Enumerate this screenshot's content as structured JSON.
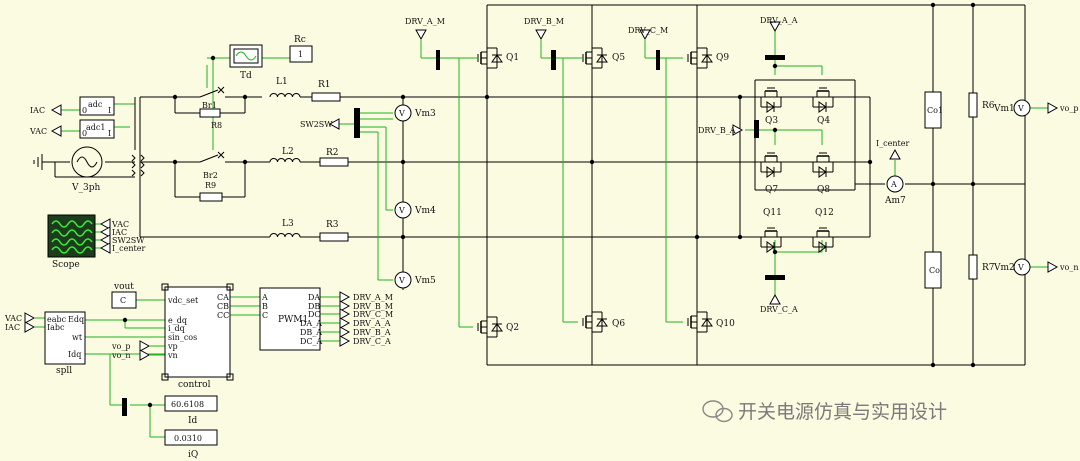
{
  "inductors": {
    "l1": "L1",
    "l2": "L2",
    "l3": "L3"
  },
  "resistors": {
    "r1": "R1",
    "r2": "R2",
    "r3": "R3",
    "r6": "R6",
    "r7": "R7",
    "r8": "R8",
    "r9": "R9",
    "rc": "Rc"
  },
  "rc_value": "1",
  "td_label": "Td",
  "breakers": {
    "br1": "Br1",
    "br2": "Br2"
  },
  "source_label": "V_3ph",
  "adc": {
    "adc": "adc",
    "adc1": "adc1",
    "iac": "IAC",
    "vac": "VAC"
  },
  "voltmeters": {
    "vm1": "Vm1",
    "vm2": "Vm2",
    "vm3": "Vm3",
    "vm4": "Vm4",
    "vm5": "Vm5"
  },
  "sw2sw": "SW2SW",
  "ammeter": {
    "label": "Am7",
    "node": "I_center",
    "sym": "A"
  },
  "caps": {
    "co1": "Co1",
    "co": "Co"
  },
  "outputs": {
    "vo_p": "vo_p",
    "vo_n": "vo_n"
  },
  "drivers": {
    "a_m": "DRV_A_M",
    "b_m": "DRV_B_M",
    "c_m": "DRV_C_M",
    "a_a": "DRV_A_A",
    "b_a": "DRV_B_A",
    "c_a": "DRV_C_A"
  },
  "switches": {
    "q1": "Q1",
    "q2": "Q2",
    "q3": "Q3",
    "q4": "Q4",
    "q5": "Q5",
    "q6": "Q6",
    "q7": "Q7",
    "q8": "Q8",
    "q9": "Q9",
    "q10": "Q10",
    "q11": "Q11",
    "q12": "Q12"
  },
  "scope": {
    "label": "Scope",
    "inputs": [
      "VAC",
      "IAC",
      "SW2SW",
      "I_center"
    ]
  },
  "vout": {
    "label": "vout",
    "value": "C"
  },
  "control": {
    "label": "control",
    "inputs": [
      "vdc_set",
      "e_dq",
      "i_dq",
      "sin_cos",
      "vp",
      "vn"
    ],
    "outputs": [
      "CA",
      "CB",
      "CC"
    ]
  },
  "spll": {
    "label": "spll",
    "in_vac": "VAC",
    "in_iac": "IAC",
    "ports_in": [
      "eabc",
      "Iabc"
    ],
    "ports_out": [
      "Edq",
      "wt",
      "Idq"
    ],
    "vo_p": "vo_p",
    "vo_n": "vo_n"
  },
  "pwm": {
    "label": "PWM1",
    "inputs": [
      "A",
      "B",
      "C"
    ],
    "outputs": [
      "DA",
      "DB",
      "DC",
      "DA_A",
      "DB_A",
      "DC_A"
    ],
    "signals": [
      "DRV_A_M",
      "DRV_B_M",
      "DRV_C_M",
      "DRV_A_A",
      "DRV_B_A",
      "DRV_C_A"
    ]
  },
  "meters": {
    "id_value": "60.6108",
    "id_label": "Id",
    "iq_value": "0.0310",
    "iq_label": "iQ"
  },
  "watermark": "开关电源仿真与实用设计"
}
